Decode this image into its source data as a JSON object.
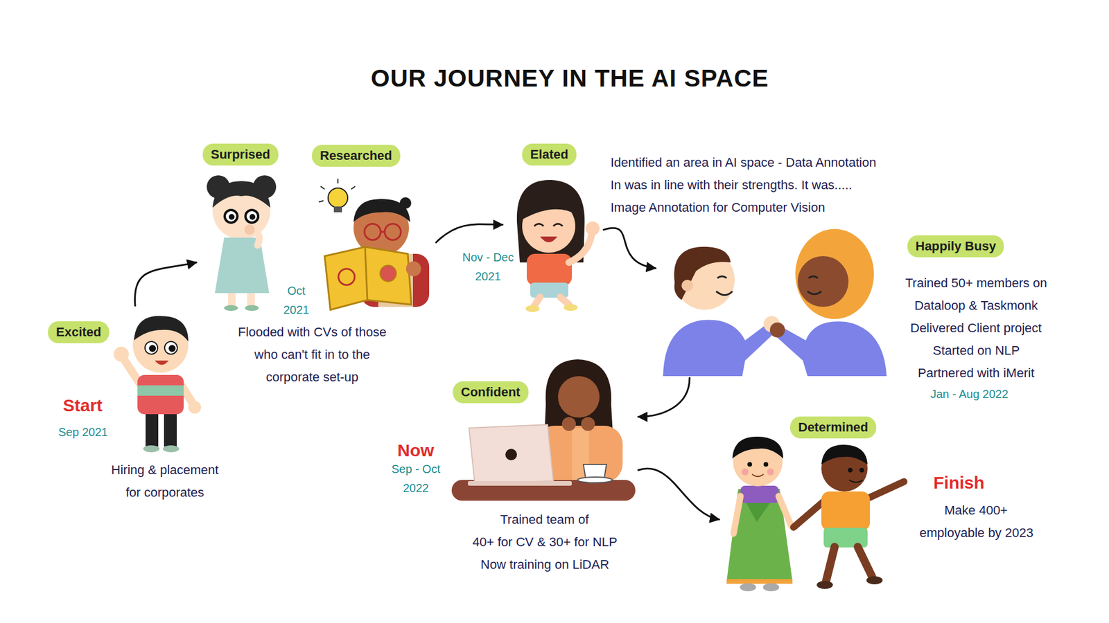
{
  "diagram": {
    "title": "OUR JOURNEY IN THE AI SPACE",
    "nodes": [
      {
        "text": [
          "Excited"
        ]
      },
      {
        "text": [
          "Surprised"
        ]
      },
      {
        "text": [
          "Researched"
        ]
      },
      {
        "text": [
          "Elated"
        ]
      },
      {
        "text": [
          "Happily Busy"
        ]
      },
      {
        "text": [
          "Confident"
        ]
      },
      {
        "text": [
          "Determined"
        ]
      }
    ],
    "edges": [
      {
        "from": 0,
        "to": 1,
        "arrow": "to"
      },
      {
        "from": 2,
        "to": 3,
        "arrow": "to"
      },
      {
        "from": 3,
        "to": 4,
        "arrow": "to"
      },
      {
        "from": 4,
        "to": 5,
        "arrow": "to"
      },
      {
        "from": 5,
        "to": 6,
        "arrow": "to"
      }
    ],
    "labels": [
      "Start",
      "Sep 2021",
      "Hiring & placement for corporates",
      "Oct 2021",
      "Flooded with CVs of those who can't fit in to the corporate set-up",
      "Nov - Dec 2021",
      "Identified an area in AI space - Data Annotation",
      "In was in line with their strengths. It was.....",
      "Image Annotation for Computer Vision",
      "Trained 50+ members on Dataloop & Taskmonk",
      "Delivered Client project",
      "Started on NLP",
      "Partnered with iMerit",
      "Jan - Aug 2022",
      "Now",
      "Sep - Oct 2022",
      "Trained team of",
      "40+ for CV & 30+ for NLP",
      "Now training on LiDAR",
      "Finish",
      "Make 400+",
      "employable by 2023"
    ]
  }
}
